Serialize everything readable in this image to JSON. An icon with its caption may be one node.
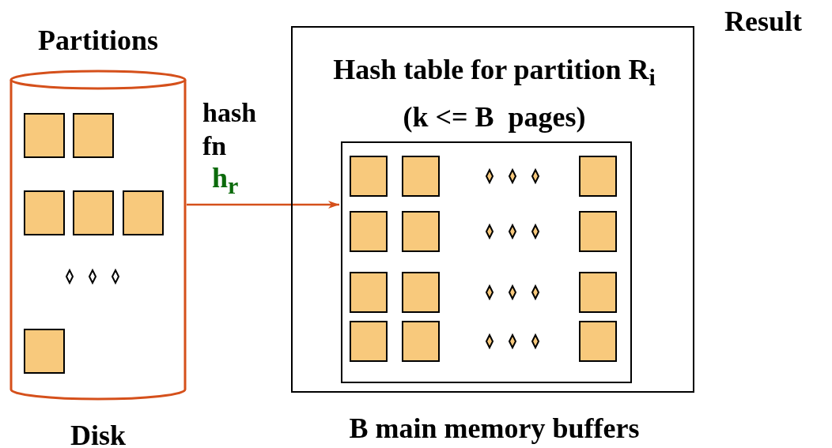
{
  "diagram": {
    "nodes": [
      {
        "text": [
          "Partitions"
        ],
        "beside": [
          "Disk"
        ]
      },
      {
        "text": [],
        "shape": "box",
        "in": 0
      },
      {
        "text": [],
        "shape": "box",
        "in": 0
      },
      {
        "text": [],
        "shape": "box",
        "in": 0
      },
      {
        "text": [],
        "shape": "box",
        "in": 0
      },
      {
        "text": [],
        "shape": "box",
        "in": 0
      },
      {
        "text": [],
        "shape": "box",
        "in": 0
      },
      {
        "text": [
          "Hash table for partition R$_{i}$ (k <= B  pages)"
        ],
        "beside": [
          "B main memory buffers"
        ]
      },
      {
        "text": [],
        "shape": "box",
        "in": 7
      },
      {
        "text": [],
        "shape": "box",
        "in": 8
      },
      {
        "text": [],
        "shape": "box",
        "in": 8
      },
      {
        "text": [],
        "shape": "box",
        "in": 8
      },
      {
        "text": [],
        "shape": "box",
        "in": 8
      },
      {
        "text": [],
        "shape": "box",
        "in": 8
      },
      {
        "text": [],
        "shape": "box",
        "in": 8
      },
      {
        "text": [],
        "shape": "box",
        "in": 8
      },
      {
        "text": [],
        "shape": "box",
        "in": 8
      },
      {
        "text": [],
        "shape": "box",
        "in": 8
      },
      {
        "text": [],
        "shape": "box",
        "in": 8
      },
      {
        "text": [],
        "shape": "box",
        "in": 8
      },
      {
        "text": [],
        "shape": "box",
        "in": 8
      }
    ],
    "edges": [
      {
        "from": 0,
        "to": 8,
        "arrow": "to",
        "label": "hash fn"
      }
    ],
    "labels": [
      "h$_{r}$",
      "Result"
    ]
  }
}
